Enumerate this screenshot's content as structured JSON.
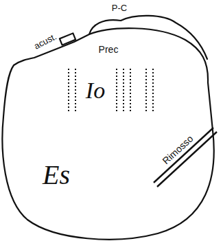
{
  "diagram": {
    "nodes": [
      {
        "text": [
          "acust."
        ]
      },
      {
        "text": [
          "P-C"
        ]
      },
      {
        "text": [
          "Prec",
          "Io",
          "Es"
        ]
      }
    ],
    "labels": [
      "Rimosso"
    ]
  }
}
